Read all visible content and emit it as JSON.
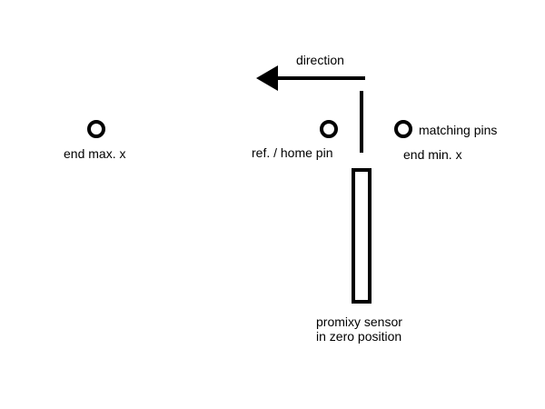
{
  "diagram": {
    "direction_label": "direction",
    "end_max_label": "end max. x",
    "ref_home_label": "ref. / home pin",
    "matching_pins_label": "matching pins",
    "end_min_label": "end min. x",
    "sensor_label_line1": "promixy sensor",
    "sensor_label_line2": "in zero position"
  },
  "colors": {
    "ink": "#000000",
    "background": "#ffffff"
  }
}
